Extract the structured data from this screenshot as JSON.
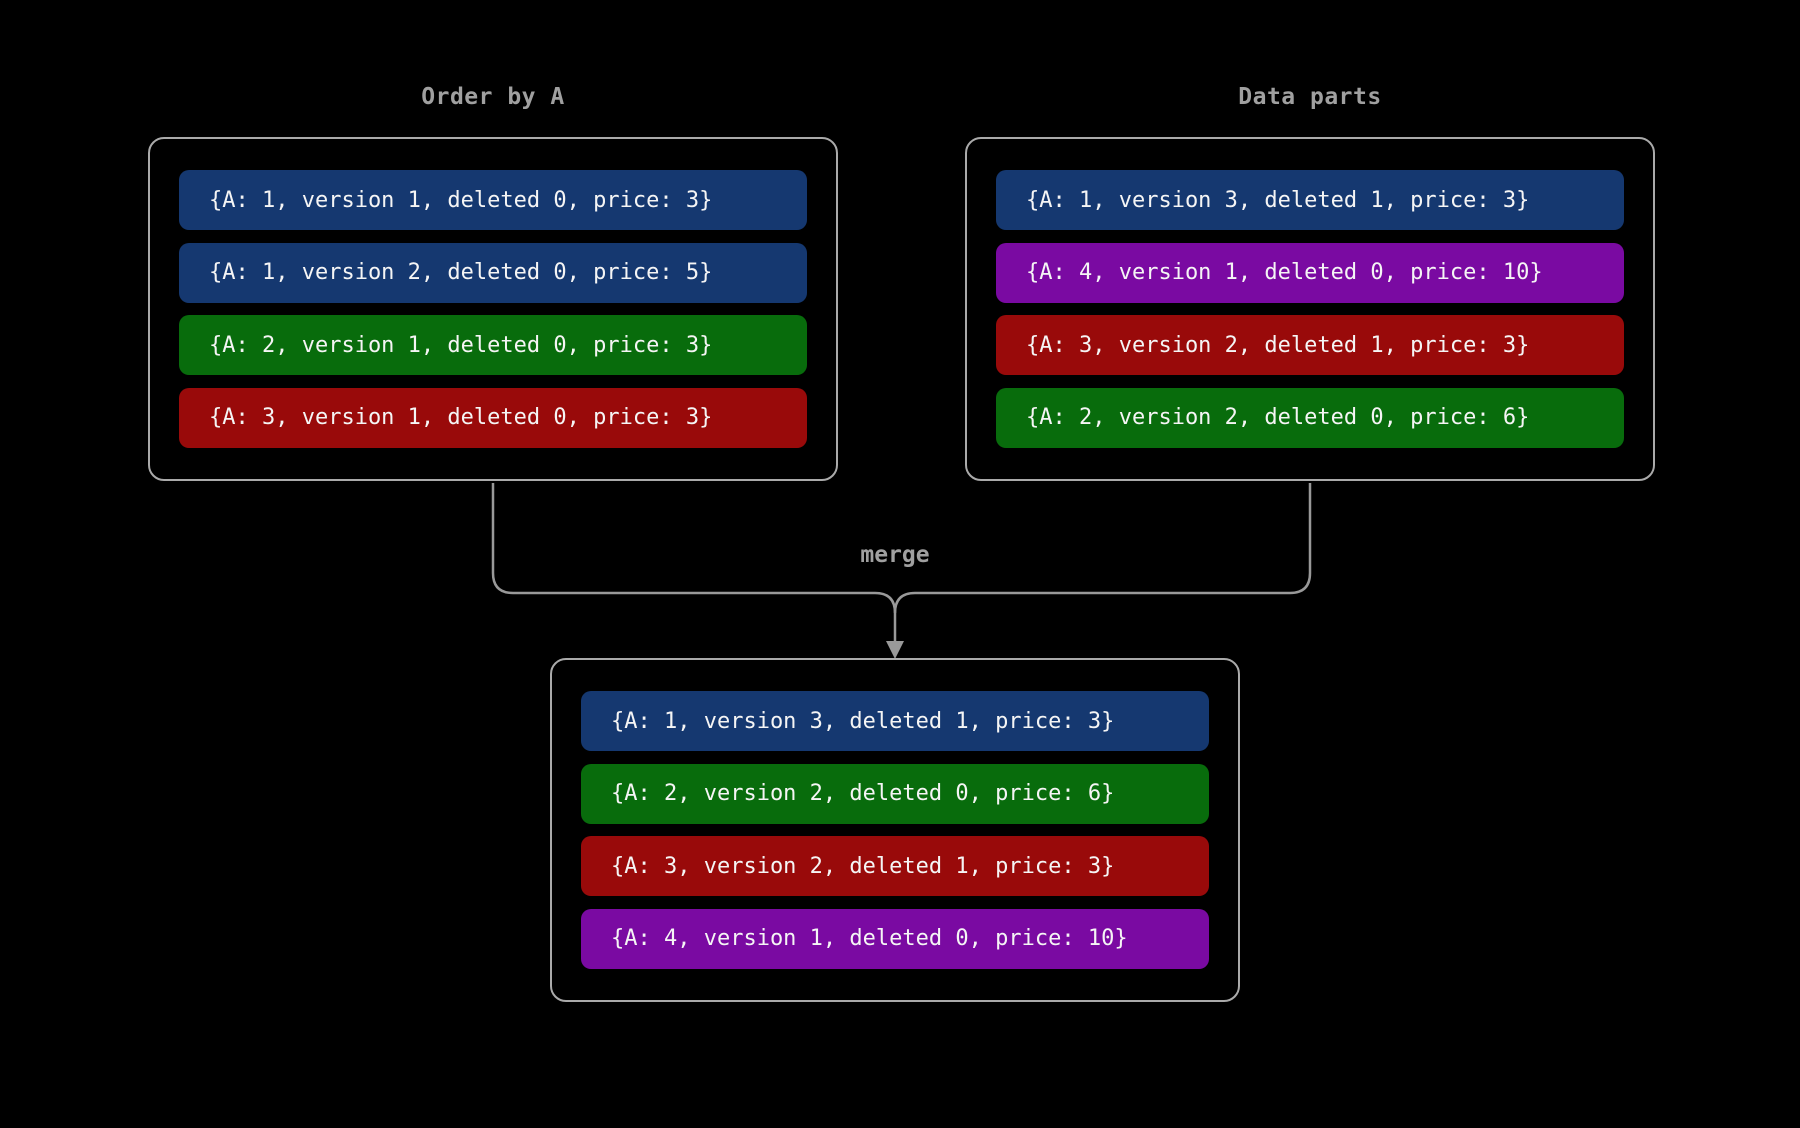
{
  "canvas": {
    "bg": "#000000",
    "border_color": "#aaaaaa",
    "line_color": "#999999",
    "label_color": "#a0a0a0",
    "pill_text_color": "#f5f5f5"
  },
  "colors": {
    "blue": "#153870",
    "green": "#086c0c",
    "red": "#990a0a",
    "purple": "#7a0aa2"
  },
  "left_box": {
    "title": "Order by A",
    "rows": [
      {
        "label": "{A: 1, version 1, deleted 0, price: 3}",
        "color": "#153870"
      },
      {
        "label": "{A: 1, version 2, deleted 0, price: 5}",
        "color": "#153870"
      },
      {
        "label": "{A: 2, version 1, deleted 0, price: 3}",
        "color": "#086c0c"
      },
      {
        "label": "{A: 3, version 1, deleted 0, price: 3}",
        "color": "#990a0a"
      }
    ]
  },
  "right_box": {
    "title": "Data parts",
    "rows": [
      {
        "label": "{A: 1, version 3, deleted 1, price: 3}",
        "color": "#153870"
      },
      {
        "label": "{A: 4, version 1, deleted 0, price: 10}",
        "color": "#7a0aa2"
      },
      {
        "label": "{A: 3, version 2, deleted 1, price: 3}",
        "color": "#990a0a"
      },
      {
        "label": "{A: 2, version 2, deleted 0, price: 6}",
        "color": "#086c0c"
      }
    ]
  },
  "merge": {
    "label": "merge"
  },
  "merged_box": {
    "rows": [
      {
        "label": "{A: 1, version 3, deleted 1, price: 3}",
        "color": "#153870"
      },
      {
        "label": "{A: 2, version 2, deleted 0, price: 6}",
        "color": "#086c0c"
      },
      {
        "label": "{A: 3, version 2, deleted 1, price: 3}",
        "color": "#990a0a"
      },
      {
        "label": "{A: 4, version 1, deleted 0, price: 10}",
        "color": "#7a0aa2"
      }
    ]
  }
}
